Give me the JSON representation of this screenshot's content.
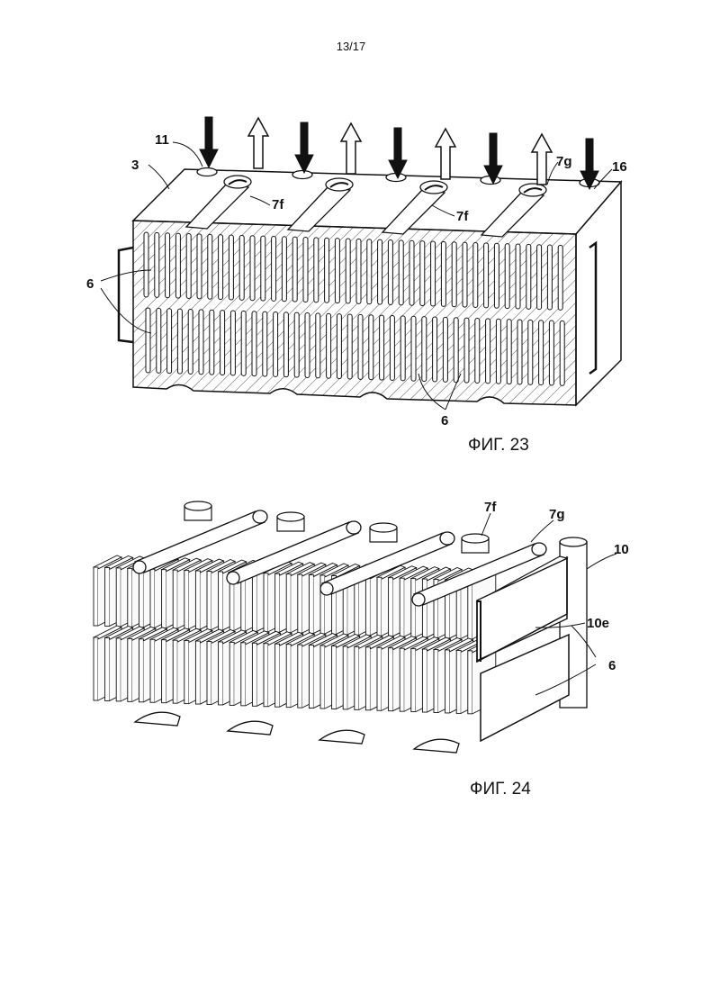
{
  "page": {
    "number": "13/17"
  },
  "figure23": {
    "caption": "ФИГ. 23",
    "labels": {
      "l11": "11",
      "l3": "3",
      "l6a": "6",
      "l6b": "6",
      "l7f1": "7f",
      "l7f2": "7f",
      "l7g": "7g",
      "l16": "16"
    },
    "arrow_directions": [
      "down",
      "up",
      "down",
      "up",
      "down",
      "up",
      "down",
      "up",
      "down"
    ]
  },
  "figure24": {
    "caption": "ФИГ. 24",
    "labels": {
      "l7f": "7f",
      "l7g": "7g",
      "l10": "10",
      "l10e": "10e",
      "l6": "6"
    }
  },
  "colors": {
    "ink": "#111111",
    "paper": "#ffffff",
    "hatch": "#555555"
  }
}
